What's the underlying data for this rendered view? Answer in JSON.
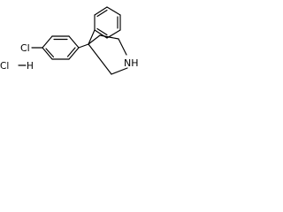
{
  "molecule": {
    "atom_labels": {
      "chlorine": "Cl",
      "amine": "NH",
      "salt_cl": "ClH"
    },
    "colors": {
      "bond": "#000000",
      "background": "#ffffff"
    }
  }
}
